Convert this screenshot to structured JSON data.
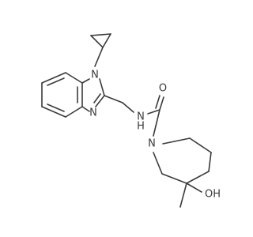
{
  "molecule": {
    "atoms": {
      "n_benzimidazole_1": "N",
      "n_benzimidazole_3": "N",
      "n_amide": "N",
      "h_amide": "H",
      "o_carbonyl": "O",
      "n_azepane": "N",
      "oh_hydroxyl": "OH"
    },
    "colors": {
      "bond": "#3a3a3a",
      "label": "#3a3a3a",
      "background": "#ffffff"
    }
  }
}
